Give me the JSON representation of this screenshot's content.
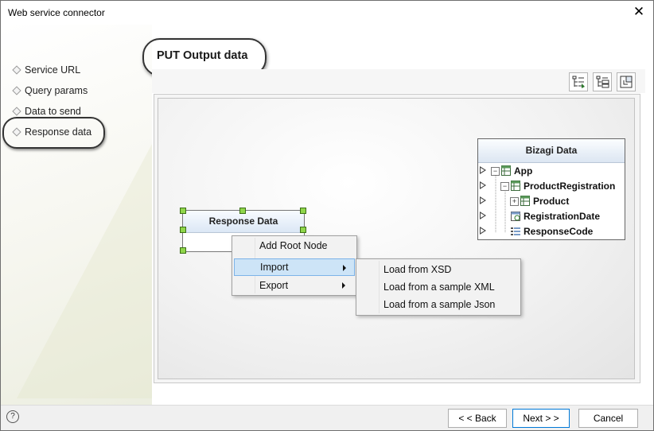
{
  "window": {
    "title": "Web service connector",
    "close_glyph": "✕"
  },
  "sidebar": {
    "items": [
      {
        "label": "Service URL",
        "active": false
      },
      {
        "label": "Query params",
        "active": false
      },
      {
        "label": "Data to send",
        "active": false
      },
      {
        "label": "Response data",
        "active": true
      }
    ]
  },
  "main": {
    "heading": "PUT Output data"
  },
  "toolbar": {
    "buttons": [
      {
        "icon": "expand-tree-icon"
      },
      {
        "icon": "collapse-tree-icon"
      },
      {
        "icon": "fit-to-screen-icon"
      }
    ]
  },
  "diagram": {
    "response_box": {
      "title": "Response Data"
    },
    "bizagi_box": {
      "title": "Bizagi Data",
      "nodes": [
        {
          "label": "App",
          "icon": "entity-table-icon",
          "expander": "−"
        },
        {
          "label": "ProductRegistration",
          "icon": "entity-table-icon",
          "expander": "−"
        },
        {
          "label": "Product",
          "icon": "entity-table-icon",
          "expander": "+"
        },
        {
          "label": "RegistrationDate",
          "icon": "date-attribute-icon",
          "expander": ""
        },
        {
          "label": "ResponseCode",
          "icon": "list-attribute-icon",
          "expander": ""
        }
      ]
    }
  },
  "context_menu": {
    "items": [
      {
        "label": "Add Root Node",
        "has_submenu": false,
        "highlighted": false
      },
      {
        "label": "Import",
        "has_submenu": true,
        "highlighted": true
      },
      {
        "label": "Export",
        "has_submenu": true,
        "highlighted": false
      }
    ]
  },
  "submenu": {
    "items": [
      {
        "label": "Load from XSD"
      },
      {
        "label": "Load from a sample XML"
      },
      {
        "label": "Load from a sample Json"
      }
    ]
  },
  "footer": {
    "help_glyph": "?",
    "back_label": "< < Back",
    "next_label": "Next > >",
    "cancel_label": "Cancel"
  },
  "colors": {
    "highlight": "#cde4f7",
    "highlight_border": "#7cb3e8",
    "handle": "#8fd64a",
    "primary_border": "#0078d7"
  }
}
